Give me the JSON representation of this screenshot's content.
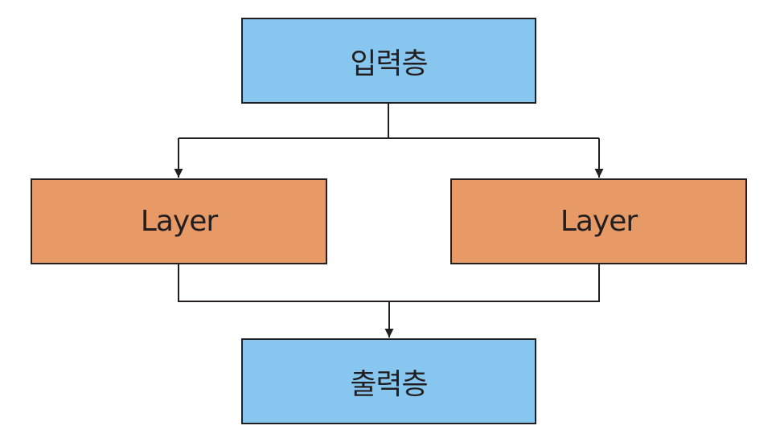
{
  "colors": {
    "io_fill": "#87c6ee",
    "layer_fill": "#e89a66",
    "line": "#231f20"
  },
  "nodes": {
    "input": {
      "label": "입력층"
    },
    "layer_left": {
      "label": "Layer"
    },
    "layer_right": {
      "label": "Layer"
    },
    "output": {
      "label": "출력층"
    }
  }
}
